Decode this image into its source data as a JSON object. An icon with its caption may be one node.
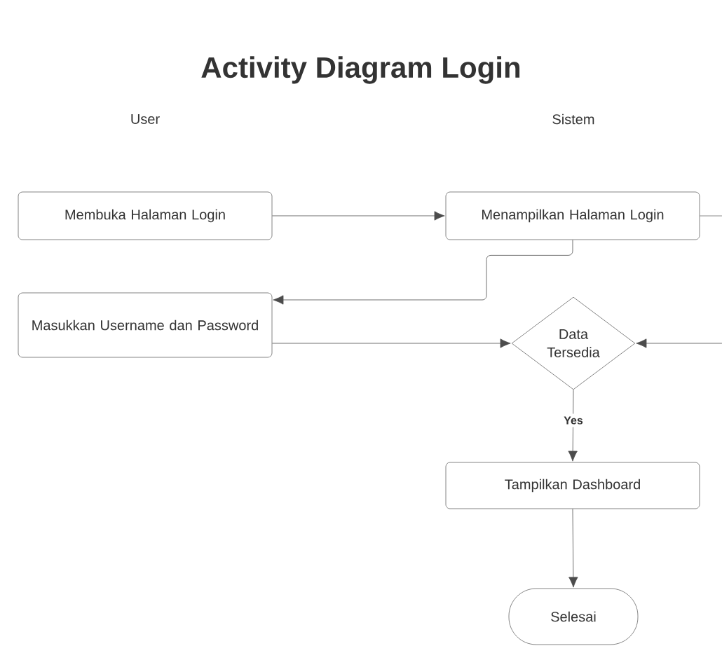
{
  "diagram": {
    "title": "Activity Diagram Login",
    "nodes": [
      {
        "text": [
          "Membuka Halaman Login"
        ]
      },
      {
        "text": [
          "Menampilkan Halaman Login"
        ]
      },
      {
        "text": [
          "Masukkan Username dan Password"
        ]
      },
      {
        "text": [
          "Data Tersedia"
        ]
      },
      {
        "text": [
          "Tampilkan Dashboard"
        ]
      },
      {
        "text": [
          "Selesai"
        ]
      }
    ],
    "edges": [
      {
        "from": 0,
        "to": 1,
        "arrow": "to"
      },
      {
        "from": 1,
        "to": 2,
        "arrow": "to"
      },
      {
        "from": 2,
        "to": 3,
        "arrow": "to"
      },
      {
        "from": 1,
        "to": null,
        "arrow": "none"
      },
      {
        "from": null,
        "to": 3,
        "arrow": "to"
      },
      {
        "from": 3,
        "to": 4,
        "arrow": "to",
        "label": "Yes"
      },
      {
        "from": 4,
        "to": 5,
        "arrow": "to"
      }
    ],
    "labels": [
      "User",
      "Sistem"
    ]
  }
}
